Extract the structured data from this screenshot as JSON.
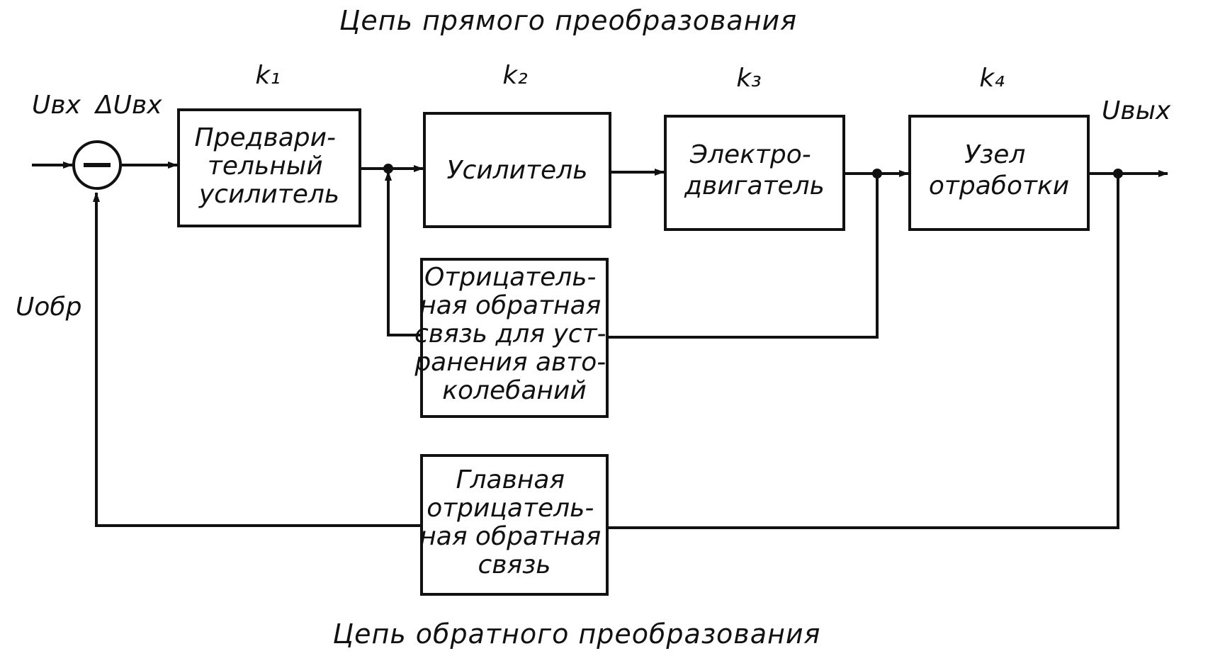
{
  "captions": {
    "top": "Цепь прямого преобразования",
    "bottom": "Цепь обратного преобразования"
  },
  "signals": {
    "input": "Uвх",
    "error": "ΔUвх",
    "output": "Uвых",
    "feedback": "Uобр"
  },
  "gains": {
    "k1": "k₁",
    "k2": "k₂",
    "k3": "k₃",
    "k4": "k₄"
  },
  "blocks": {
    "preamp": [
      "Предвари-",
      "тельный",
      "усилитель"
    ],
    "amplifier": [
      "Усилитель"
    ],
    "motor": [
      "Электро-",
      "двигатель"
    ],
    "working_unit": [
      "Узел",
      "отработки"
    ],
    "local_feedback": [
      "Отрицатель-",
      "ная обратная",
      "связь для уст-",
      "ранения авто-",
      "колебаний"
    ],
    "main_feedback": [
      "Главная",
      "отрицатель-",
      "ная обратная",
      "связь"
    ]
  },
  "summing_junction": {
    "sign": "−"
  },
  "colors": {
    "ink": "#111111",
    "paper": "#ffffff"
  }
}
